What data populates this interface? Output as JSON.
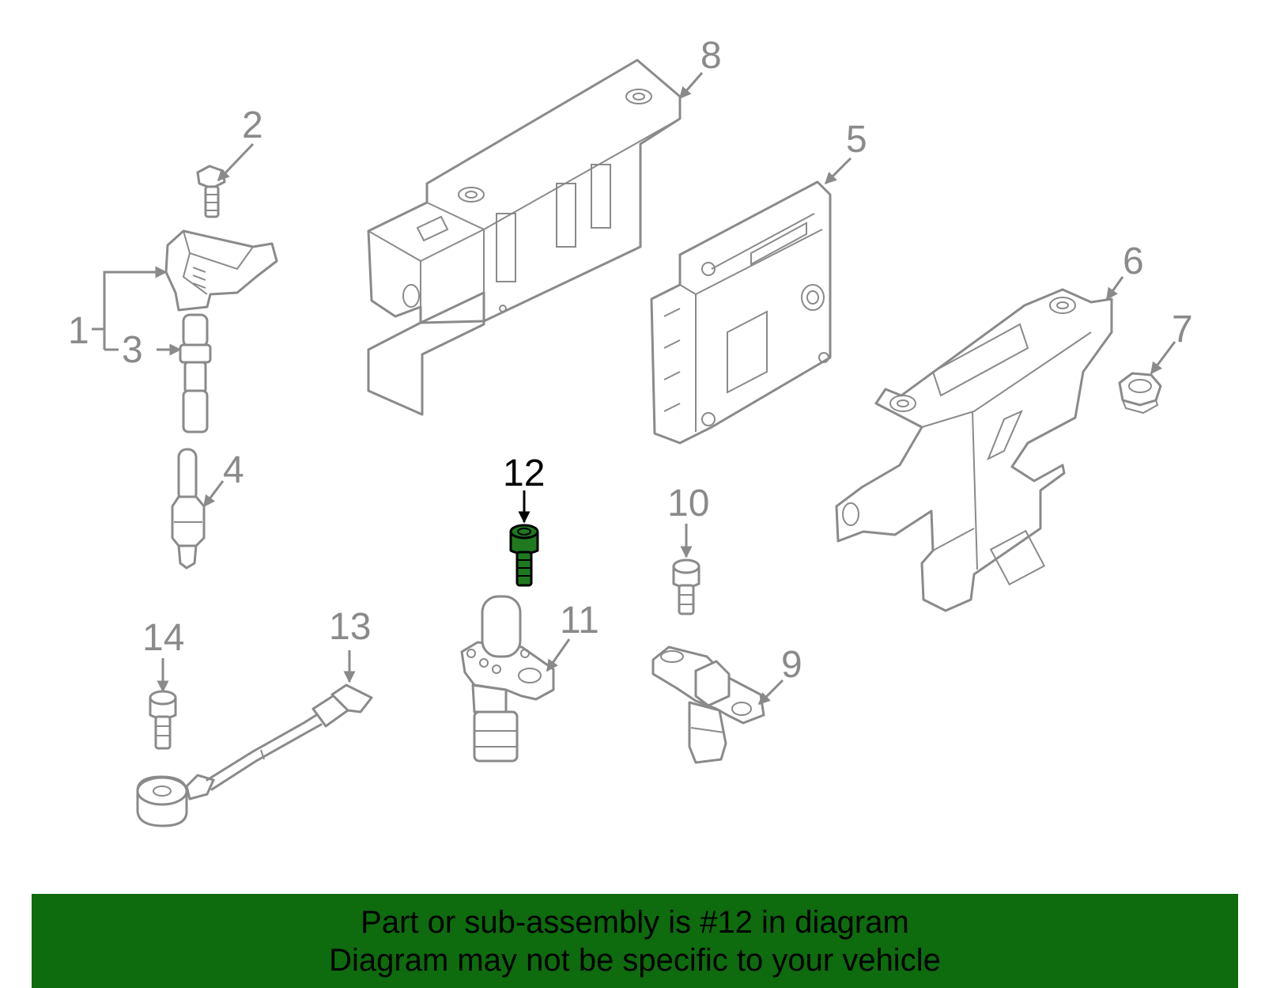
{
  "callouts": {
    "c1": "1",
    "c2": "2",
    "c3": "3",
    "c4": "4",
    "c5": "5",
    "c6": "6",
    "c7": "7",
    "c8": "8",
    "c9": "9",
    "c10": "10",
    "c11": "11",
    "c12": "12",
    "c13": "13",
    "c14": "14"
  },
  "highlight": {
    "part": "12",
    "color": "#1f7a1f",
    "label_color": "#000000"
  },
  "banner": {
    "line1": "Part or sub-assembly is #12 in diagram",
    "line2": "Diagram may not be specific to your vehicle",
    "background": "#0e6b0e"
  }
}
